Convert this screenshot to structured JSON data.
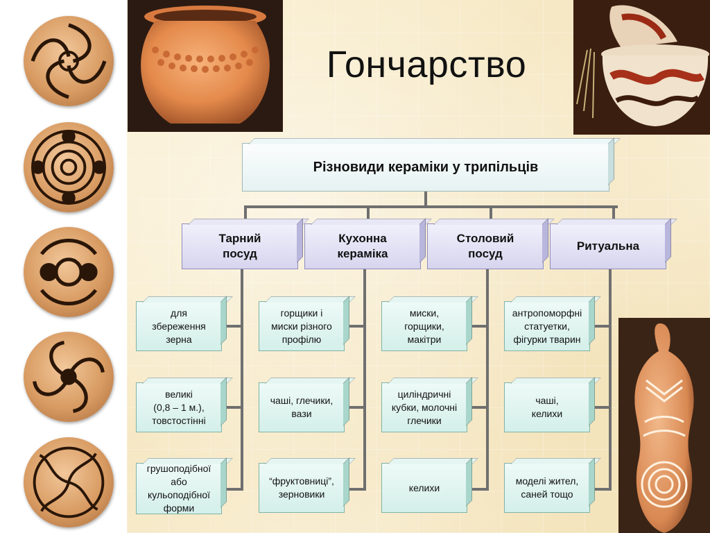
{
  "title": "Гончарство",
  "diagram": {
    "root": "Різновиди кераміки у трипільців",
    "categories": [
      {
        "label_line1": "Тарний",
        "label_line2": "посуд",
        "items": [
          [
            "для",
            "збереження",
            "зерна"
          ],
          [
            "великі",
            "(0,8 – 1 м.),",
            "товстостінні"
          ],
          [
            "грушоподібної",
            "або",
            "кульоподібної",
            "форми"
          ]
        ]
      },
      {
        "label_line1": "Кухонна",
        "label_line2": "кераміка",
        "items": [
          [
            "горщики і",
            "миски різного",
            "профілю"
          ],
          [
            "чаші, глечики,",
            "вази"
          ],
          [
            "“фруктовниці”,",
            "зерновики"
          ]
        ]
      },
      {
        "label_line1": "Столовий",
        "label_line2": "посуд",
        "items": [
          [
            "миски,",
            "горщики,",
            "макітри"
          ],
          [
            "циліндричні",
            "кубки, молочні",
            "глечики"
          ],
          [
            "келихи"
          ]
        ]
      },
      {
        "label_line1": "Ритуальна",
        "label_line2": "",
        "items": [
          [
            "антропоморфні",
            "статуетки,",
            "фігурки тварин"
          ],
          [
            "чаші,",
            "келихи"
          ],
          [
            "моделі жител,",
            "саней тощо"
          ]
        ]
      }
    ]
  },
  "colors": {
    "root_fill": "#e6f2f2",
    "category_fill": "#d7d5ee",
    "leaf_fill": "#d4efe9",
    "connector": "#6f6f6f"
  }
}
